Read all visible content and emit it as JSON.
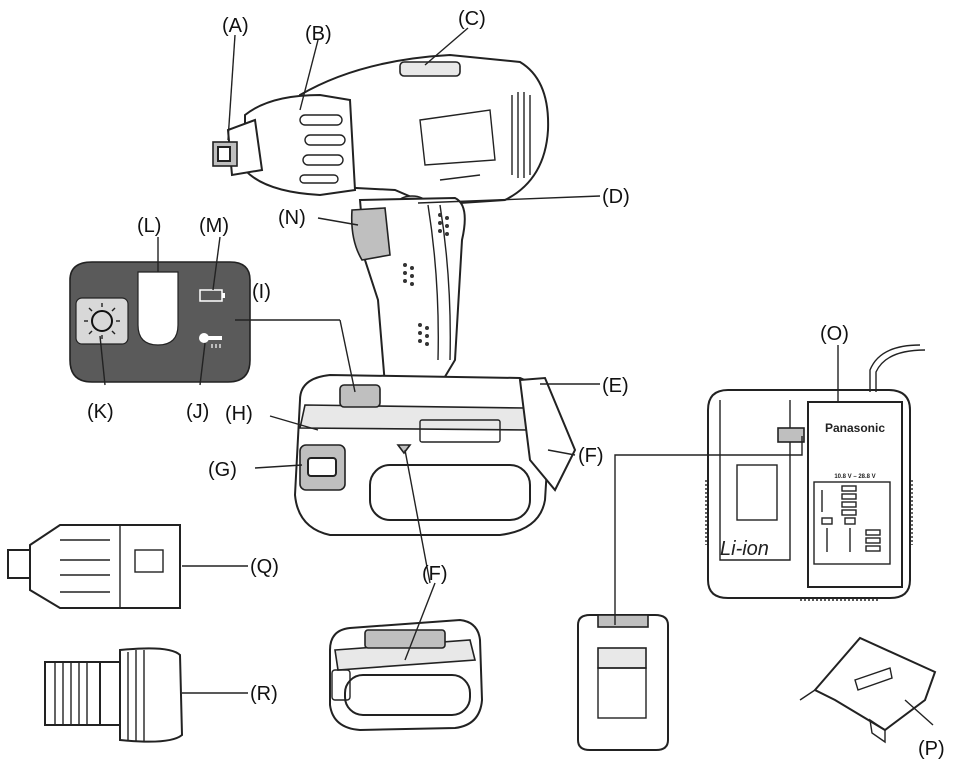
{
  "labels": {
    "A": "(A)",
    "B": "(B)",
    "C": "(C)",
    "D": "(D)",
    "E": "(E)",
    "F1": "(F)",
    "F2": "(F)",
    "G": "(G)",
    "H": "(H)",
    "I": "(I)",
    "J": "(J)",
    "K": "(K)",
    "L": "(L)",
    "M": "(M)",
    "N": "(N)",
    "O": "(O)",
    "P": "(P)",
    "Q": "(Q)",
    "R": "(R)"
  },
  "charger": {
    "brand": "Panasonic",
    "voltage": "10.8 V – 28.8 V",
    "chemistry": "Li-ion"
  },
  "icons": [
    "battery-icon",
    "light-icon",
    "key-lock-icon"
  ]
}
